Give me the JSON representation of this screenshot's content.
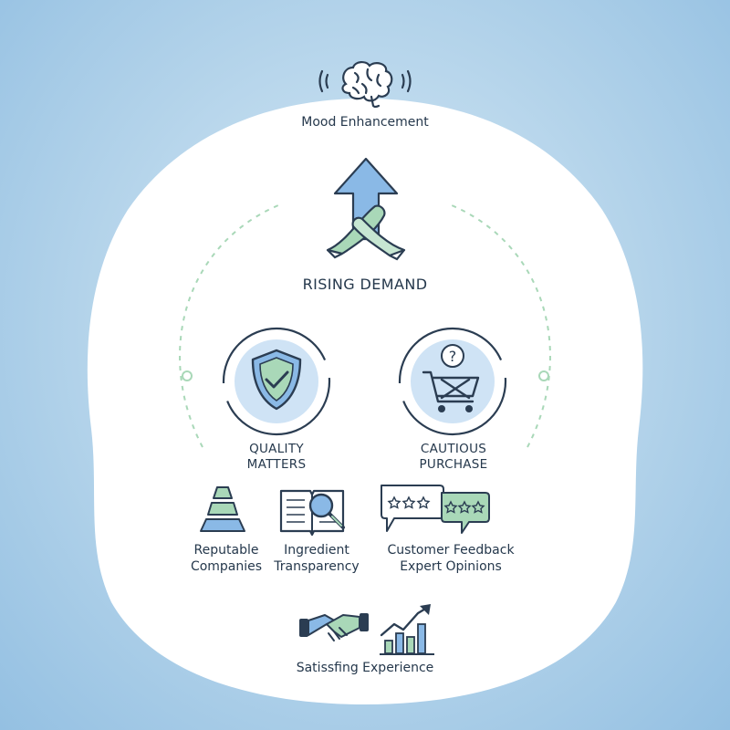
{
  "diagram": {
    "top": {
      "label": "Mood Enhancement",
      "icon": "brain-icon"
    },
    "center": {
      "label": "RISING DEMAND",
      "icon": "upward-arrow-ribbon-icon"
    },
    "left_branch": {
      "label_line1": "QUALITY",
      "label_line2": "MATTERS",
      "icon": "shield-check-icon",
      "items": [
        {
          "line1": "Reputable",
          "line2": "Companies",
          "icon": "pyramid-icon"
        },
        {
          "line1": "Ingredient",
          "line2": "Transparency",
          "icon": "book-magnifier-icon"
        }
      ]
    },
    "right_branch": {
      "label_line1": "CAUTIOUS",
      "label_line2": "PURCHASE",
      "icon": "cart-question-icon",
      "items": [
        {
          "line1": "Customer Feedback",
          "line2": "Expert Opinions",
          "icon": "review-bubbles-icon"
        }
      ]
    },
    "bottom": {
      "label": "Satissfing Experience",
      "icons": [
        "handshake-icon",
        "growth-chart-icon"
      ]
    }
  },
  "colors": {
    "background": "#a9cde8",
    "panel": "#ffffff",
    "accent_blue": "#8ab9e6",
    "accent_green": "#a9d8b8",
    "outline": "#2b3d52"
  }
}
